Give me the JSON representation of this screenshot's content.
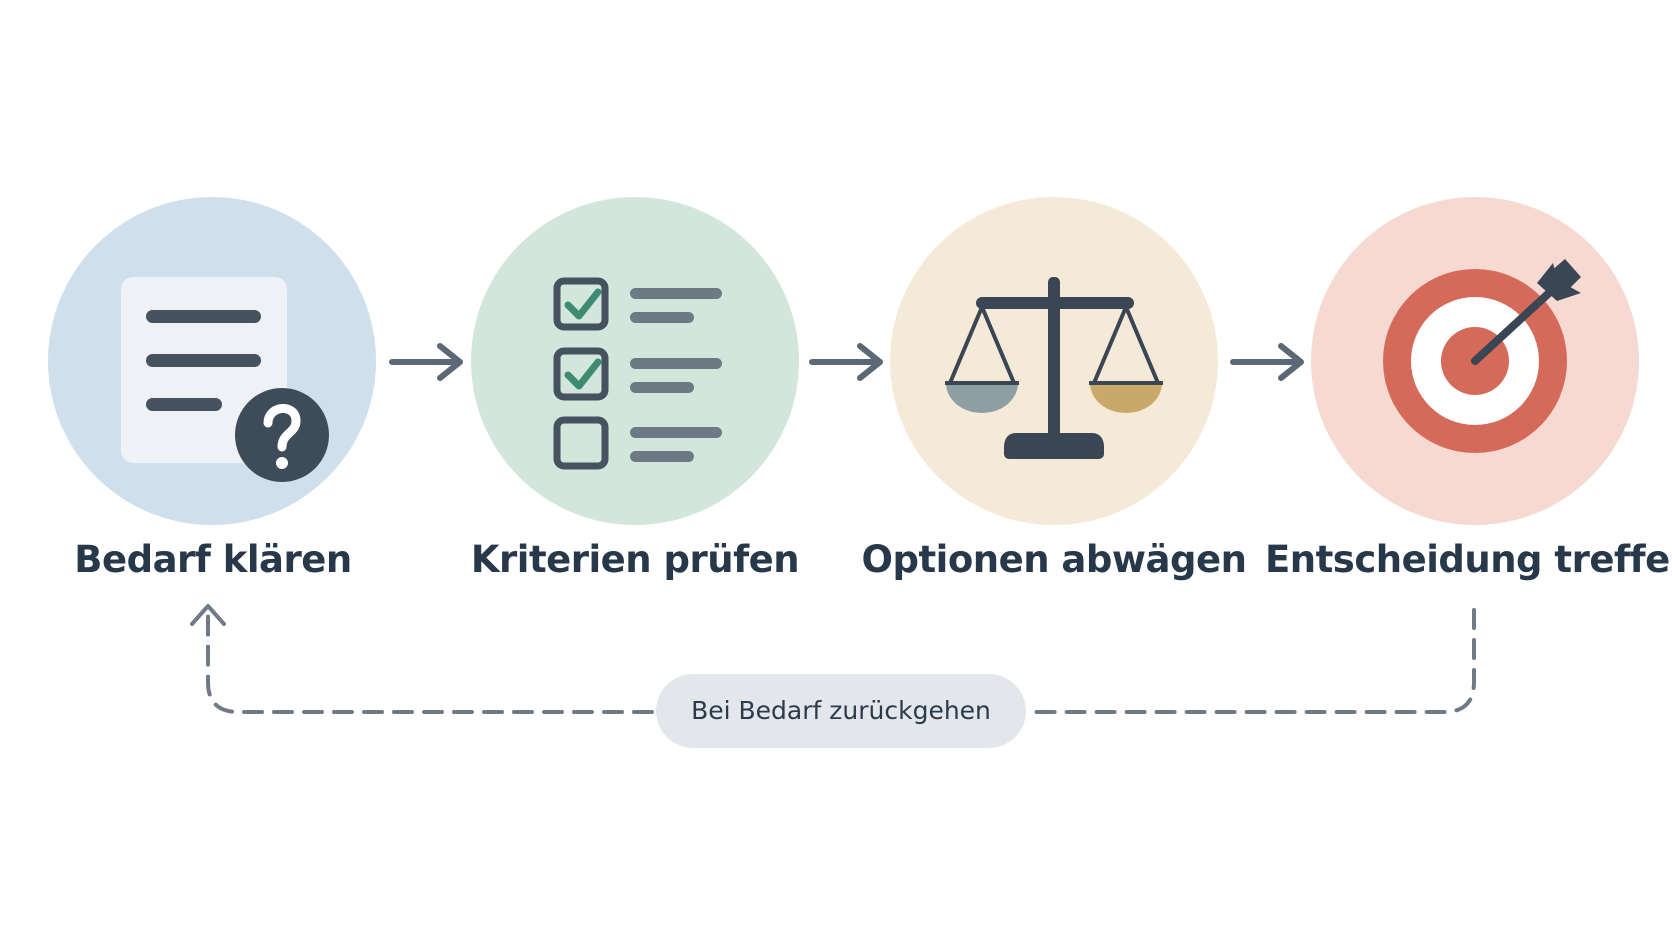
{
  "steps": [
    {
      "label": "Bedarf klären",
      "icon": "document-question-icon",
      "color": "#cfdfec"
    },
    {
      "label": "Kriterien prüfen",
      "icon": "checklist-icon",
      "color": "#d3e6dc"
    },
    {
      "label": "Optionen abwägen",
      "icon": "balance-scale-icon",
      "color": "#f5ead7"
    },
    {
      "label": "Entscheidung treffen",
      "icon": "target-arrow-icon",
      "color": "#f6d9d1"
    }
  ],
  "loop": {
    "label": "Bei Bedarf zurückgehen"
  },
  "colors": {
    "text": "#27384a",
    "icon_dark": "#3f4d5b",
    "check": "#3f8a72",
    "target_red": "#d56a5a",
    "scale_left": "#8f9ea3",
    "scale_right": "#c9a96a",
    "connector": "#5c6875"
  }
}
